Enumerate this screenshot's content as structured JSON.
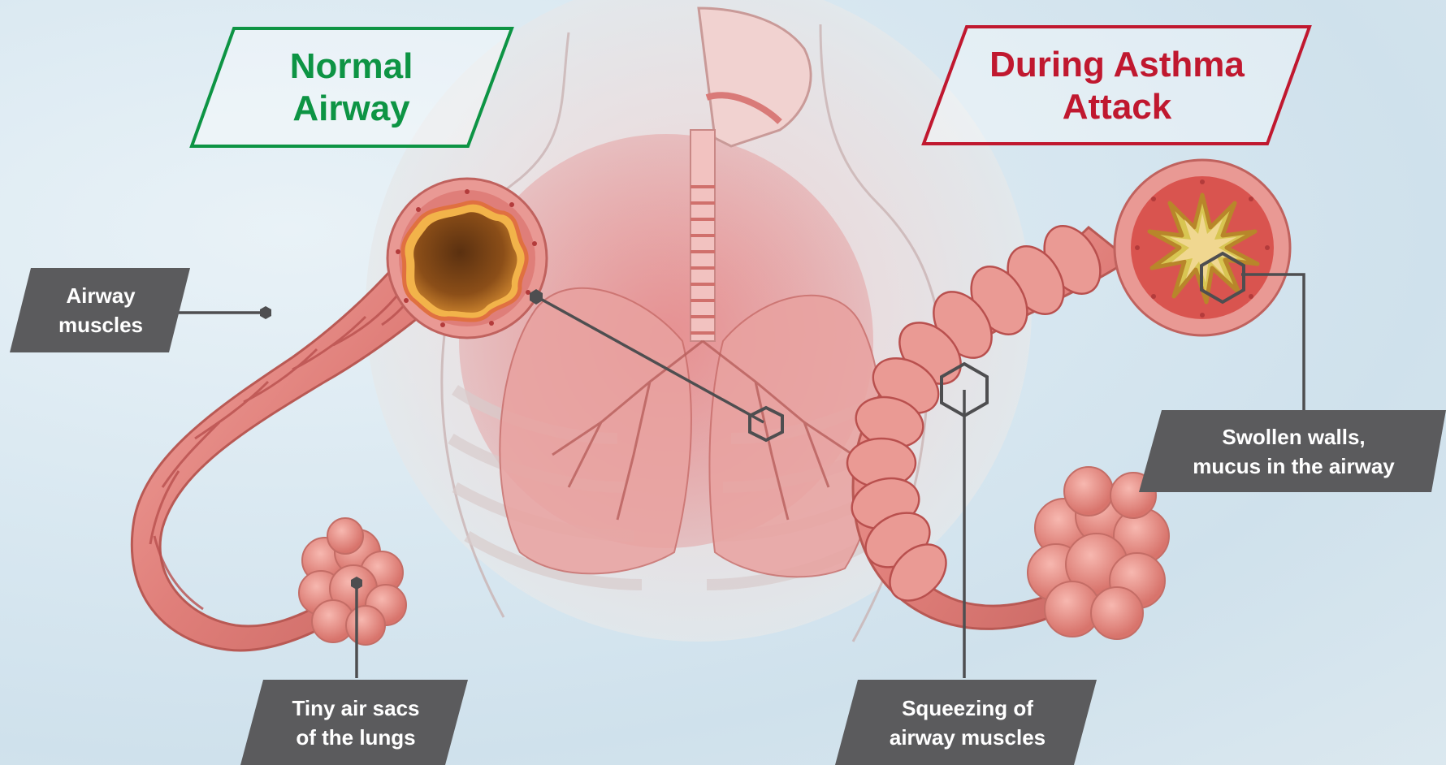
{
  "titles": {
    "normal": "Normal\nAirway",
    "asthma": "During Asthma\nAttack"
  },
  "labels": {
    "airway_muscles": "Airway\nmuscles",
    "air_sacs": "Tiny air sacs\nof the lungs",
    "squeezing": "Squeezing of\nairway muscles",
    "swollen": "Swollen walls,\nmucus in the airway"
  },
  "colors": {
    "normal_accent": "#0d9444",
    "asthma_accent": "#c0182f",
    "label_bg": "#5b5b5d",
    "tissue": "#e58a86",
    "tissue_dark": "#b9504e",
    "lumen_normal": "#a05d1c",
    "lumen_mucus": "#d8c552"
  },
  "icons": {
    "connector_dot": "hexagon-marker-icon",
    "callout": "callout-line"
  }
}
